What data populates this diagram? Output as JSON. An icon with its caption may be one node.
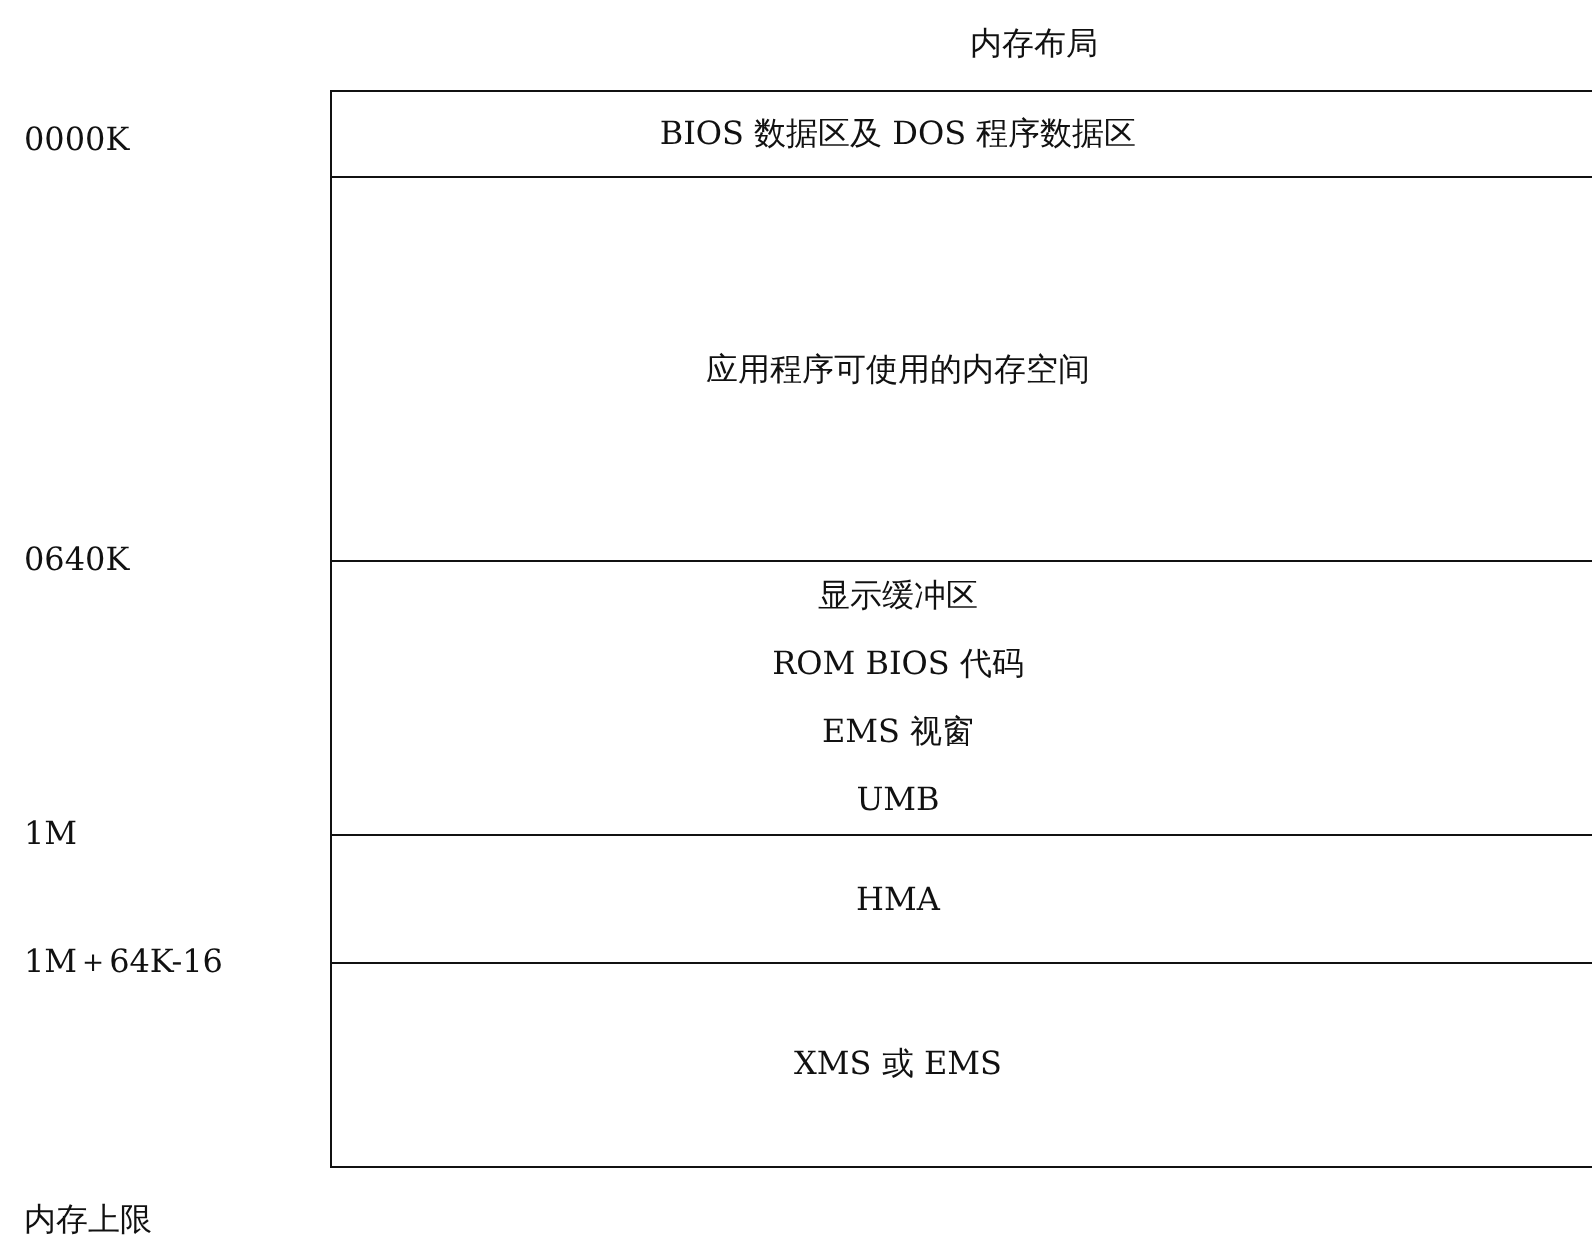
{
  "diagram": {
    "title": "内存布局",
    "nodes": [
      {
        "text": [
          "BIOS 数据区及 DOS 程序数据区"
        ]
      },
      {
        "text": [
          "应用程序可使用的内存空间"
        ]
      },
      {
        "text": [
          "显示缓冲区",
          "ROM BIOS 代码",
          "EMS 视窗",
          "UMB"
        ]
      },
      {
        "text": [
          "HMA"
        ]
      },
      {
        "text": [
          "XMS 或 EMS"
        ]
      }
    ],
    "labels": [
      "0000K",
      "0640K",
      "1M",
      "1M＋64K-16",
      "内存上限"
    ]
  }
}
